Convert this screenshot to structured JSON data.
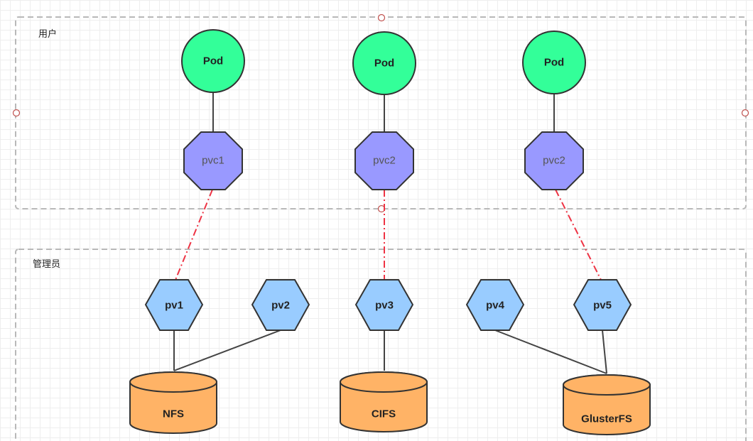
{
  "groups": {
    "user": {
      "label": "用户"
    },
    "admin": {
      "label": "管理员"
    }
  },
  "pods": [
    {
      "label": "Pod"
    },
    {
      "label": "Pod"
    },
    {
      "label": "Pod"
    }
  ],
  "pvcs": [
    {
      "label": "pvc1"
    },
    {
      "label": "pvc2"
    },
    {
      "label": "pvc2"
    }
  ],
  "pvs": [
    {
      "label": "pv1"
    },
    {
      "label": "pv2"
    },
    {
      "label": "pv3"
    },
    {
      "label": "pv4"
    },
    {
      "label": "pv5"
    }
  ],
  "storages": [
    {
      "label": "NFS"
    },
    {
      "label": "CIFS"
    },
    {
      "label": "GlusterFS"
    }
  ],
  "colors": {
    "pod_fill": "#33ff99",
    "pvc_fill": "#9999ff",
    "pv_fill": "#99ccff",
    "storage_fill": "#ffb366",
    "binding_line": "#ee3344"
  }
}
